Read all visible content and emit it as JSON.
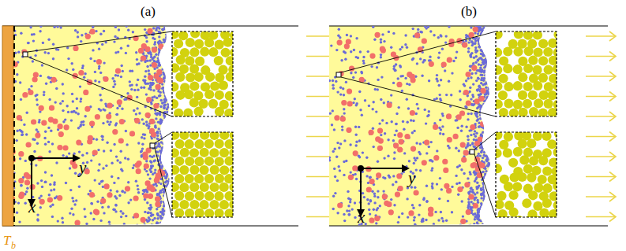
{
  "diagram": {
    "labels": [
      "(a)",
      "(b)",
      "y",
      "x",
      "T",
      "b",
      "y",
      "x"
    ]
  }
}
